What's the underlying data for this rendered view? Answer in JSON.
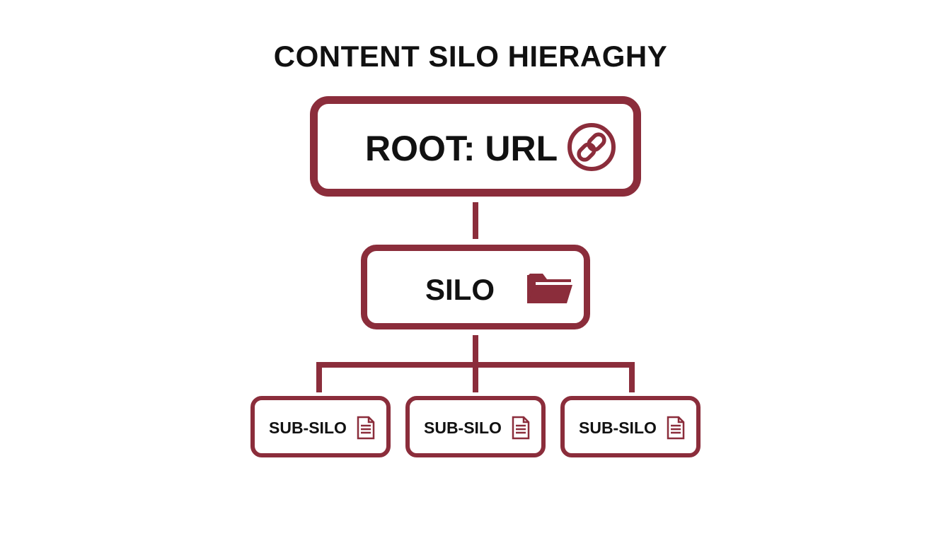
{
  "diagram": {
    "title": "CONTENT SILO HIERAGHY",
    "accent_color": "#8b2d3b",
    "root": {
      "label": "ROOT: URL",
      "icon": "link-icon"
    },
    "silo": {
      "label": "SILO",
      "icon": "folder-icon"
    },
    "sub_silos": [
      {
        "label": "SUB-SILO",
        "icon": "document-icon"
      },
      {
        "label": "SUB-SILO",
        "icon": "document-icon"
      },
      {
        "label": "SUB-SILO",
        "icon": "document-icon"
      }
    ]
  }
}
